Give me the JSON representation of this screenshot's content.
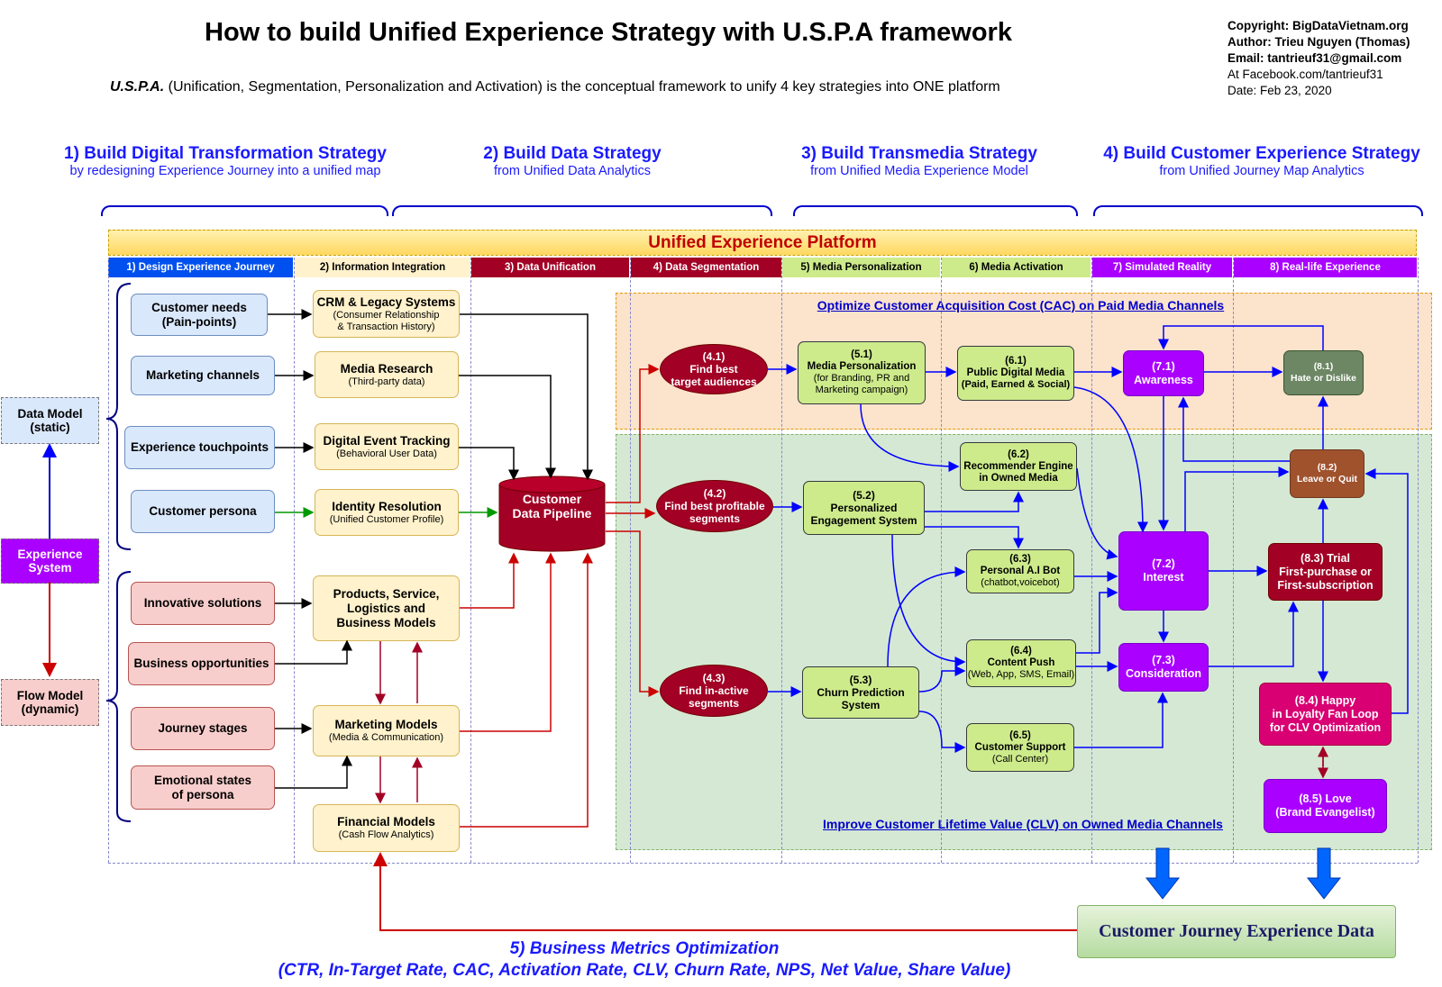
{
  "header": {
    "title": "How to build Unified Experience Strategy with U.S.P.A framework",
    "subtitle_bold": "U.S.P.A.",
    "subtitle_rest": " (Unification, Segmentation, Personalization and Activation) is the conceptual framework to unify 4 key strategies into ONE platform"
  },
  "copyright": {
    "line1": "Copyright: BigDataVietnam.org",
    "line2": "Author: Trieu Nguyen (Thomas)",
    "line3": "Email: tantrieuf31@gmail.com",
    "line4": "At Facebook.com/tantrieuf31",
    "line5": "Date: Feb 23, 2020"
  },
  "strategies": [
    {
      "heading": "1) Build Digital Transformation Strategy",
      "sub": "by redesigning Experience Journey into a unified map"
    },
    {
      "heading": "2) Build Data Strategy",
      "sub": "from Unified Data Analytics"
    },
    {
      "heading": "3) Build Transmedia Strategy",
      "sub": "from Unified Media Experience Model"
    },
    {
      "heading": "4) Build Customer Experience Strategy",
      "sub": "from Unified Journey Map Analytics"
    }
  ],
  "platform": {
    "title": "Unified Experience Platform"
  },
  "columns": [
    {
      "label": "1) Design Experience Journey",
      "bg": "#0050ef",
      "fg": "#ffffff"
    },
    {
      "label": "2) Information Integration",
      "bg": "#fff2cc",
      "fg": "#000000"
    },
    {
      "label": "3) Data Unification",
      "bg": "#a20025",
      "fg": "#ffffff"
    },
    {
      "label": "4)  Data Segmentation",
      "bg": "#a20025",
      "fg": "#ffffff"
    },
    {
      "label": "5) Media Personalization",
      "bg": "#cdeb8b",
      "fg": "#000000"
    },
    {
      "label": "6) Media Activation",
      "bg": "#cdeb8b",
      "fg": "#000000"
    },
    {
      "label": "7) Simulated Reality",
      "bg": "#aa00ff",
      "fg": "#ffffff"
    },
    {
      "label": "8) Real-life Experience",
      "bg": "#aa00ff",
      "fg": "#ffffff"
    }
  ],
  "regions": {
    "top": "Optimize Customer Acquisition Cost (CAC) on Paid Media Channels",
    "bottom": "Improve Customer Lifetime Value (CLV) on Owned Media Channels"
  },
  "left": {
    "data_model": "Data Model\n(static)",
    "experience_system": "Experience\nSystem",
    "flow_model": "Flow Model\n(dynamic)"
  },
  "journey": {
    "customer_needs": "Customer needs\n(Pain-points)",
    "marketing_channels": "Marketing channels",
    "touchpoints": "Experience touchpoints",
    "persona": "Customer persona",
    "innovative": "Innovative solutions",
    "opportunities": "Business opportunities",
    "stages": "Journey stages",
    "emotional": "Emotional states\nof persona"
  },
  "integration": {
    "crm_title": "CRM & Legacy Systems",
    "crm_sub": "(Consumer Relationship\n& Transaction History)",
    "media_title": "Media Research",
    "media_sub": "(Third-party data)",
    "event_title": "Digital Event Tracking",
    "event_sub": "(Behavioral User Data)",
    "identity_title": "Identity Resolution",
    "identity_sub": "(Unified Customer Profile)",
    "products": "Products, Service,\nLogistics and\nBusiness Models",
    "marketing_title": "Marketing Models",
    "marketing_sub": "(Media & Communication)",
    "financial_title": "Financial Models",
    "financial_sub": "(Cash Flow Analytics)"
  },
  "pipeline": "Customer\nData Pipeline",
  "segments": {
    "s41": "(4.1)\nFind best\ntarget audiences",
    "s42": "(4.2)\nFind best profitable\nsegments",
    "s43": "(4.3)\nFind in-active\nsegments"
  },
  "personalization": {
    "p51_title": "(5.1)\nMedia Personalization",
    "p51_sub": "(for Branding, PR and\nMarketing campaign)",
    "p52": "(5.2)\nPersonalized\nEngagement System",
    "p53": "(5.3)\nChurn Prediction\nSystem"
  },
  "activation": {
    "a61_title": "(6.1)\nPublic Digital Media",
    "a61_sub": "(Paid, Earned & Social)",
    "a62": "(6.2)\nRecommender Engine\nin Owned Media",
    "a63_title": "(6.3)\nPersonal A.I Bot",
    "a63_sub": "(chatbot,voicebot)",
    "a64_title": "(6.4)\nContent Push",
    "a64_sub": "(Web, App, SMS, Email)",
    "a65_title": "(6.5)\nCustomer Support",
    "a65_sub": "(Call Center)"
  },
  "simulated": {
    "s71": "(7.1)\nAwareness",
    "s72": "(7.2)\nInterest",
    "s73": "(7.3)\nConsideration"
  },
  "reallife": {
    "r81": "(8.1)\nHate or Dislike",
    "r82": "(8.2)\nLeave or Quit",
    "r83": "(8.3) Trial\nFirst-purchase or\nFirst-subscription",
    "r84": "(8.4) Happy\nin Loyalty Fan Loop\nfor CLV Optimization",
    "r85": "(8.5) Love\n(Brand Evangelist)"
  },
  "footer": {
    "cjed": "Customer Journey Experience Data",
    "metrics_title": "5) Business Metrics Optimization",
    "metrics_list": "(CTR, In-Target Rate, CAC, Activation Rate, CLV, Churn Rate, NPS, Net Value, Share Value)"
  },
  "colors": {
    "accent_blue": "#1a1aff",
    "dark_red": "#a20025",
    "purple": "#aa00ff",
    "arrow_blue": "#0000ff",
    "arrow_red": "#cc0000",
    "arrow_green": "#009900"
  }
}
